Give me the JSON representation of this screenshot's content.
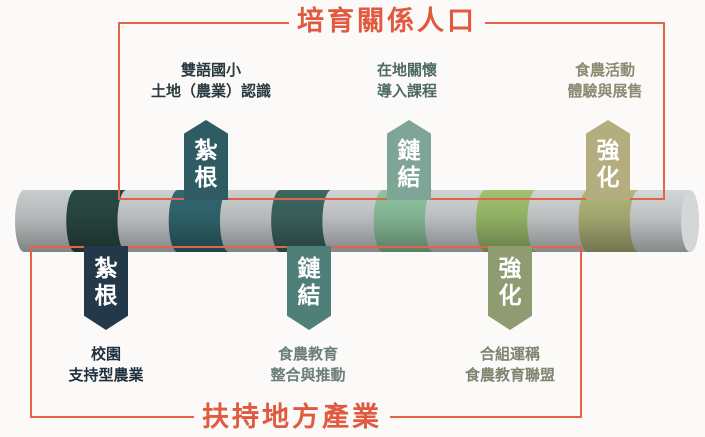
{
  "top_frame": {
    "title": "培育關係人口",
    "color": "#e15a3f"
  },
  "bottom_frame": {
    "title": "扶持地方產業",
    "color": "#e15a3f"
  },
  "top_items": [
    {
      "arrow_chars": [
        "紮",
        "根"
      ],
      "color": "#2f5b63",
      "caption": [
        "雙語國小",
        "土地（農業）認識"
      ],
      "caption_color": "#2b3a40"
    },
    {
      "arrow_chars": [
        "鏈",
        "結"
      ],
      "color": "#7fa596",
      "caption": [
        "在地關懷",
        "導入課程"
      ],
      "caption_color": "#4d6a66"
    },
    {
      "arrow_chars": [
        "強",
        "化"
      ],
      "color": "#b3ad80",
      "caption": [
        "食農活動",
        "體驗與展售"
      ],
      "caption_color": "#8d8a72"
    }
  ],
  "bottom_items": [
    {
      "arrow_chars": [
        "紮",
        "根"
      ],
      "color": "#23394a",
      "caption": [
        "校園",
        "支持型農業"
      ],
      "caption_color": "#1f2f3d"
    },
    {
      "arrow_chars": [
        "鏈",
        "結"
      ],
      "color": "#4f7f79",
      "caption": [
        "食農教育",
        "整合與推動"
      ],
      "caption_color": "#6b7d78"
    },
    {
      "arrow_chars": [
        "強",
        "化"
      ],
      "color": "#8f9b70",
      "caption": [
        "合組運稱",
        "食農教育聯盟"
      ],
      "caption_color": "#7f836f"
    }
  ],
  "tube_segment_colors": [
    "#b3b7b7",
    "#26423d",
    "#b7bbbb",
    "#2d5e66",
    "#b5b9b9",
    "#365c57",
    "#b8bcbc",
    "#7fb08f",
    "#b9bdbd",
    "#8fae63",
    "#babebe",
    "#9fa36e",
    "#bcc0c0"
  ]
}
